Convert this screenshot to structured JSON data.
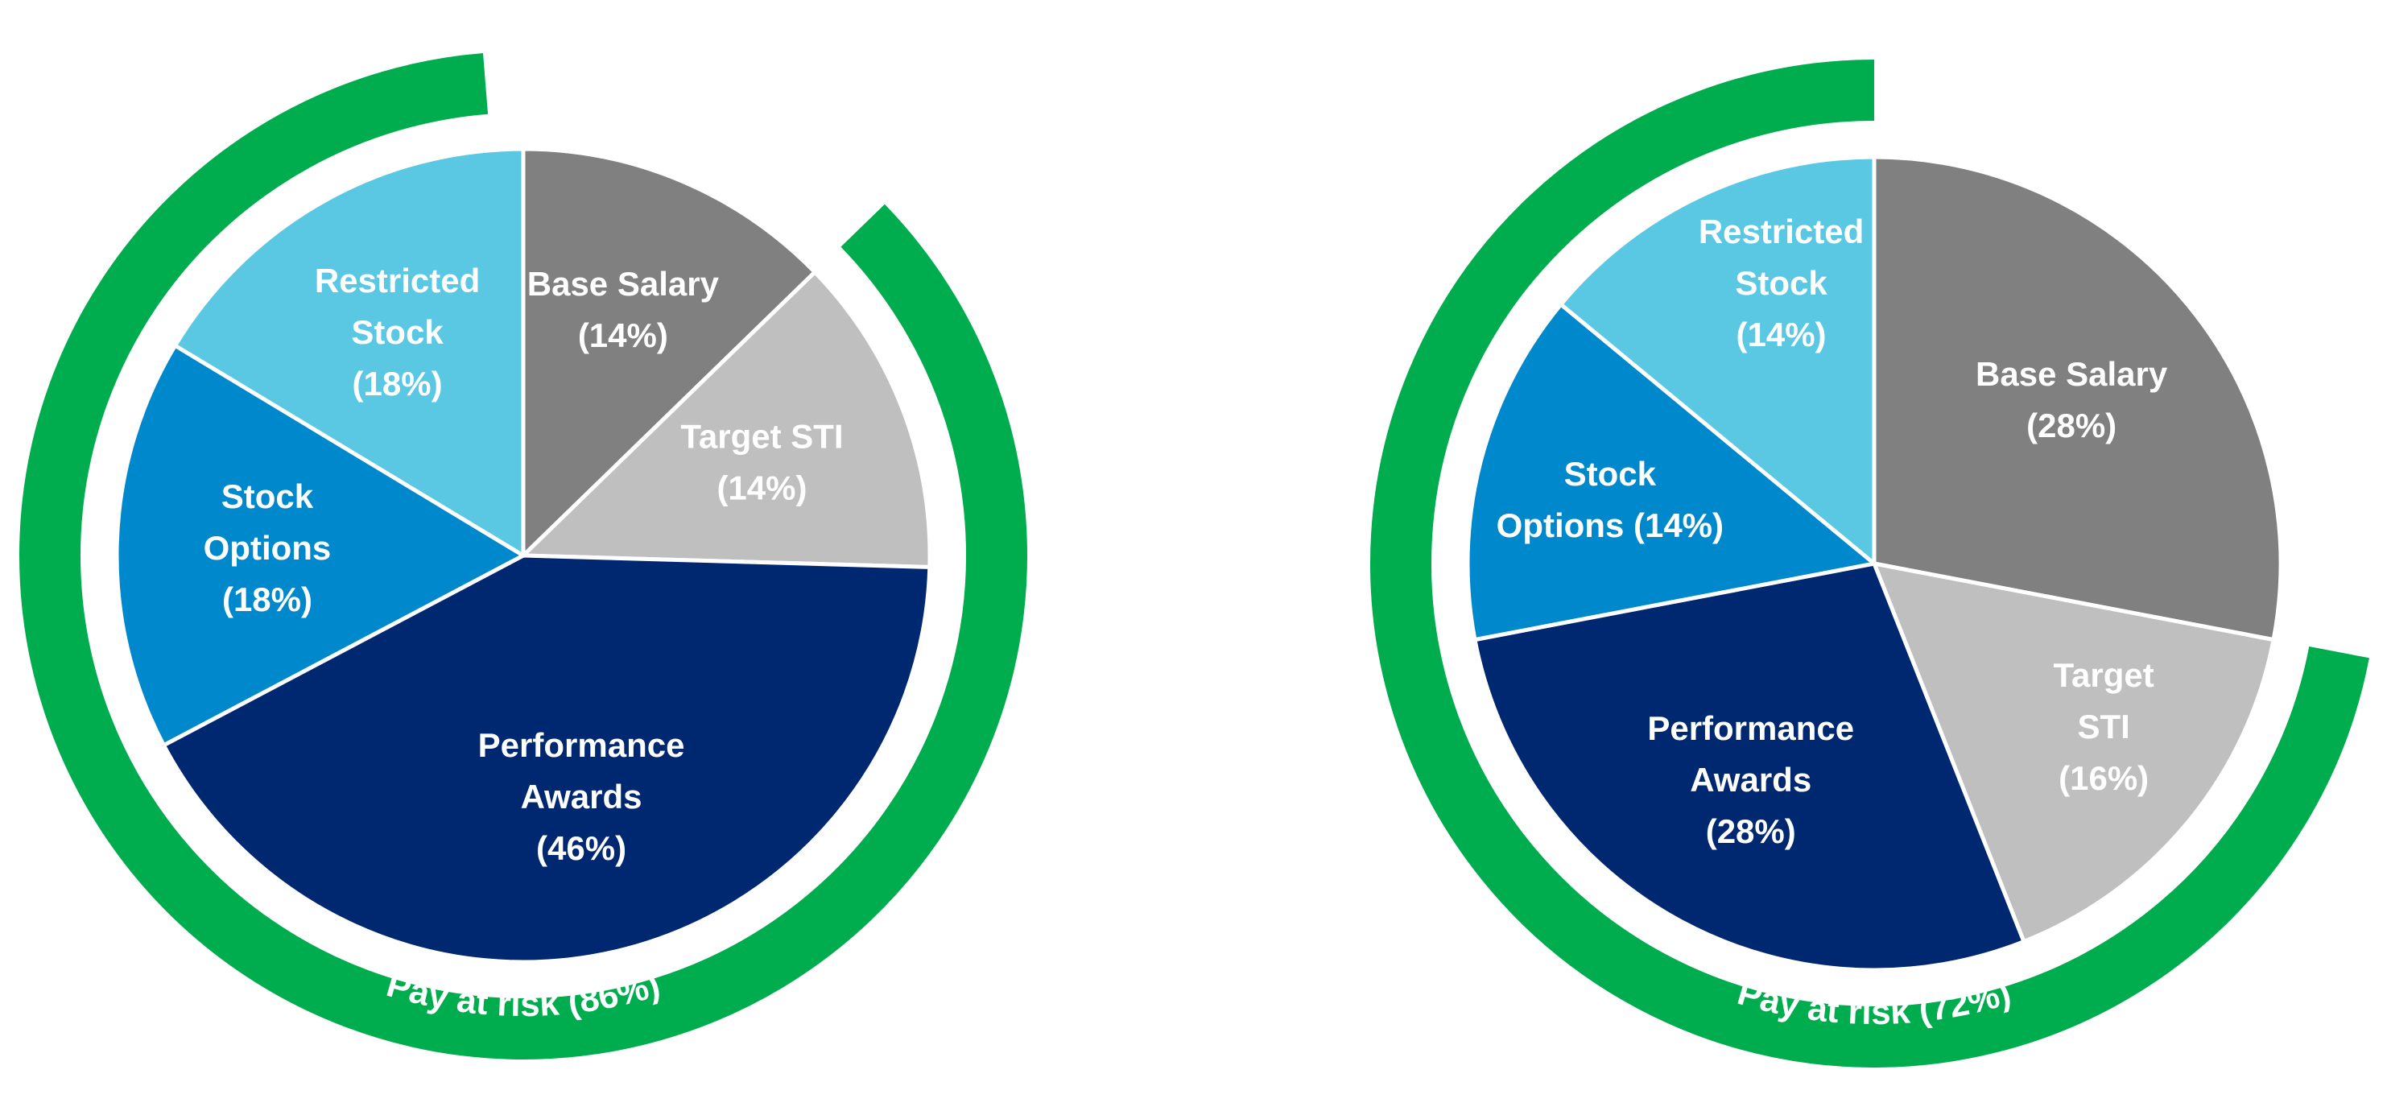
{
  "colors": {
    "risk_arc": "#00AD4E",
    "slice_border": "#ffffff",
    "label_text": "#ffffff"
  },
  "chart_data": [
    {
      "type": "pie",
      "start_angle_deg": 0,
      "direction": "clockwise",
      "slices": [
        {
          "label": "Base Salary",
          "value": 14,
          "label_lines": [
            "Base Salary",
            "(14%)"
          ],
          "color": "#808080"
        },
        {
          "label": "Target STI",
          "value": 14,
          "label_lines": [
            "Target STI",
            "(14%)"
          ],
          "color": "#BFBFBF"
        },
        {
          "label": "Performance Awards",
          "value": 46,
          "label_lines": [
            "Performance",
            "Awards",
            "(46%)"
          ],
          "color": "#002870"
        },
        {
          "label": "Stock Options",
          "value": 18,
          "label_lines": [
            "Stock",
            "Options",
            "(18%)"
          ],
          "color": "#0088CC"
        },
        {
          "label": "Restricted Stock",
          "value": 18,
          "label_lines": [
            "Restricted",
            "Stock",
            "(18%)"
          ],
          "color": "#5BC8E3"
        }
      ],
      "risk_arc": {
        "label": "Pay at risk (86%)",
        "value": 86,
        "start_slice": "Target STI"
      }
    },
    {
      "type": "pie",
      "start_angle_deg": 0,
      "direction": "clockwise",
      "slices": [
        {
          "label": "Base Salary",
          "value": 28,
          "label_lines": [
            "Base Salary",
            "(28%)"
          ],
          "color": "#808080"
        },
        {
          "label": "Target STI",
          "value": 16,
          "label_lines": [
            "Target",
            "STI",
            "(16%)"
          ],
          "color": "#BFBFBF"
        },
        {
          "label": "Performance Awards",
          "value": 28,
          "label_lines": [
            "Performance",
            "Awards",
            "(28%)"
          ],
          "color": "#002870"
        },
        {
          "label": "Stock Options",
          "value": 14,
          "label_lines": [
            "Stock",
            "Options (14%)"
          ],
          "color": "#0088CC"
        },
        {
          "label": "Restricted Stock",
          "value": 14,
          "label_lines": [
            "Restricted",
            "Stock",
            "(14%)"
          ],
          "color": "#5BC8E3"
        }
      ],
      "risk_arc": {
        "label": "Pay at risk (72%)",
        "value": 72,
        "start_slice": "Target STI"
      }
    }
  ]
}
